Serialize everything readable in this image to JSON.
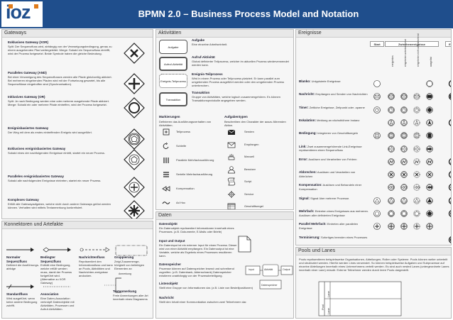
{
  "header": {
    "logo": "ioz",
    "title": "BPMN 2.0 – Business Process Model and Notation"
  },
  "panels": {
    "gateways": "Gateways",
    "activities": "Aktivitäten",
    "events": "Ereignisse",
    "connectors": "Konnektoren und Artefakte",
    "data": "Daten",
    "pools": "Pools und Lanes"
  },
  "gateways": [
    {
      "title": "Exklusives Gateway (XOR)",
      "text": "Split: Der Sequenzfluss wird, abhängig von der Verzweigungsbedingung, genau zu einem ausgehenden Pfad weitergeleitet. Merge: Sobald ein Sequenzfluss eintrifft, wird der Prozess fortgesetzt. Beide Symbole haben die gleiche Bedeutung."
    },
    {
      "title": "Paralleles Gateway (AND)",
      "text": "Bei einer Verzweigung des Sequenzflusses werden alle Pfade gleichzeitig aktiviert. Bei mehreren eingehenden Pfaden wird mit der Fortsetzung gewartet, bis alle Sequenzflüsse eingetroffen sind (Synchronisation)."
    },
    {
      "title": "Inklusives Gateway (OR)",
      "text": "Split: Je nach Bedingung werden eine oder mehrere ausgehende Pfade aktiviert. Merge: Sobald ein oder mehrere Pfade eintreffen, wird der Prozess fortgesetzt."
    },
    {
      "title": "Ereignisbasiertes Gateway",
      "text": "Der Weg mit dem als erstes eintreffenden Ereignis wird ausgeführt."
    },
    {
      "title": "Exklusives ereignisbasiertes Gateway",
      "text": "Sobald eines der nachfolgenden Ereignisse eintritt, startet ein neuer Prozess."
    },
    {
      "title": "Paralleles ereignisbasiertes Gateway",
      "text": "Sobald alle nachfolgenden Ereignisse eintreten, startet ein neuer Prozess."
    },
    {
      "title": "Komplexes Gateway",
      "text": "Erfüllt alle Gatewayaufgaben, welche nicht durch andere Gateways gelöst werden können. Verhalten wird mittels Textanmerkung konkretisiert."
    }
  ],
  "activities": {
    "items": [
      {
        "shape": "Aufgabe",
        "title": "Aufgabe",
        "text": "Eine einzelne Arbeitseinheit."
      },
      {
        "shape": "Aufruf-Aktivität",
        "title": "Aufruf-Aktivität",
        "text": "Global definierter Teilprozess, welcher im aktuellen Prozess wiederverwendet werden kann."
      },
      {
        "shape": "Ereignis-Teilprozess",
        "title": "Ereignis-Teilprozess",
        "text": "Wird in einem Prozess oder Teilprozess platziert. Er kann parallel zum umgebenden Prozess ausgeführt werden oder den umgebenden Prozess unterbrechen."
      },
      {
        "shape": "Transaktion",
        "title": "Transaktion",
        "text": "Gruppe von Aktivitäten, welche logisch zusammengehören. Es können Transaktionsprotokolle angegeben werden."
      }
    ],
    "markers_title": "Markierungen",
    "markers_text": "Definieren das Ausführungsverhalten von Aktivitäten.",
    "types_title": "Aufgabentypen",
    "types_text": "Beschreiben den Charakter der auszu-führenden Aktion.",
    "markers": [
      {
        "icon": "teilprozess-icon",
        "label": "Teilprozess"
      },
      {
        "icon": "schleife-icon",
        "label": "Schleife"
      },
      {
        "icon": "parallel-icon",
        "label": "Parallele Mehrfachausführung"
      },
      {
        "icon": "sequential-icon",
        "label": "Serielle Mehrfachausführung"
      },
      {
        "icon": "compensation-icon",
        "label": "Kompensation"
      },
      {
        "icon": "adhoc-icon",
        "label": "Ad Hoc"
      }
    ],
    "types": [
      {
        "icon": "send-icon",
        "label": "Senden"
      },
      {
        "icon": "receive-icon",
        "label": "Empfangen"
      },
      {
        "icon": "manual-icon",
        "label": "Manuell"
      },
      {
        "icon": "user-icon",
        "label": "Benutzer"
      },
      {
        "icon": "script-icon",
        "label": "Script"
      },
      {
        "icon": "service-icon",
        "label": "Service"
      },
      {
        "icon": "business-rule-icon",
        "label": "Geschäftsregel"
      }
    ]
  },
  "events": {
    "columns": [
      "Start",
      "Zwischenereignisse",
      "Ende"
    ],
    "subcolumns": [
      "ereignislos",
      "eingetreten unterbrechend",
      "eingetreten nicht unterbrechend",
      "ausgelöst"
    ],
    "rows": [
      {
        "title": "Blanko:",
        "text": "Untypisierte Ereignisse"
      },
      {
        "title": "Nachricht:",
        "text": "Empfangen und Senden von Nachrichten"
      },
      {
        "title": "Timer:",
        "text": "Zeitliche Ereignisse, Zeitpunkt oder -spanne"
      },
      {
        "title": "Eskalation:",
        "text": "Meldung an nächsthöhere Instanz"
      },
      {
        "title": "Bedingung:",
        "text": "Integrieren von Geschäftsregeln"
      },
      {
        "title": "Link:",
        "text": "Zwei zusammengehörende Link-Ereignisse repräsentieren einen Sequenzfluss"
      },
      {
        "title": "Error:",
        "text": "Auslösen und Verarbeiten von Fehlern"
      },
      {
        "title": "Abbrechen:",
        "text": "Auslösen und Verarbeiten von Abbrüchen"
      },
      {
        "title": "Kompensation:",
        "text": "Auslösen und Behandeln einer Kompensation"
      },
      {
        "title": "Signal:",
        "text": "Signal über mehrere Prozesse."
      },
      {
        "title": "Mehrfach:",
        "text": "Eintreten eines Ereignisses aus mehreren. Auslösen aller definierten Ereignisse"
      },
      {
        "title": "Parallel Mehrfach:",
        "text": "Eintreten aller parallelen Ereignisse"
      },
      {
        "title": "Terminierung:",
        "text": "Sofortiges beenden eines Prozesses"
      }
    ]
  },
  "connectors": [
    {
      "title": "Normaler Sequenzfluss",
      "text": "Definiert die Ausführungs-abfolge"
    },
    {
      "title": "Bedingter Sequenzfluss",
      "text": "Enthält eine Bedingung, welche erfüllt werden muss, damit der Prozess fortgeführt wird. (Alternative zu XOR Gateway)"
    },
    {
      "title": "Nachrichtenfluss",
      "text": "Repräsentiert den Informationsfluss und kann an Pools, Aktivitäten und Nachrichten-ereignisse andocken."
    },
    {
      "title": "Gruppierung",
      "text": "Zeigt Zusammenge-hörigkeit von beliebigen Elementen an"
    },
    {
      "title": "Standardfluss",
      "text": "Wird ausgeführt, wenn keine andere Bedingung zutrifft."
    },
    {
      "title": "Association",
      "text": "Eine Daten-Association verknüpft Datenobjekte mit Aktivitäten, Prozessen und Aufruf-Aktivitäten."
    },
    {
      "title": "Textanmerkung",
      "text": "Freie Anmerkungen aller Art innerhalb eines Diagramms"
    }
  ],
  "annotation_label": "Anmerkung",
  "data": {
    "items": [
      {
        "title": "Datenobjekt",
        "text": "Ein Datenobjekt repräsentiert Informationen innerhalb eines Prozesses. (z.B. Dokumente, E-Mails oder Briefe)"
      },
      {
        "title": "Input und Output",
        "text": "Ein Dateninput ist ein externer Input für einen Prozess. Dieser wird von einer Aktivität empfangen. Ein Datenoutput ist eine Variable, welche als Ergebnis eines Prozesses resultieren kann."
      },
      {
        "title": "Datenspeicher",
        "text": "Prozesse können auf Datenspeicher lesend und schreibend zugreifen. (z.B. Datenbank, Aktenschrank) Datenspeicher existieren unabhängig von der Prozessbeteiligung."
      },
      {
        "title": "Listenobjekt",
        "text": "Stellt eine Gruppe von Informationen dar. (z.B. Liste von Bestellpositionen)"
      },
      {
        "title": "Nachricht",
        "text": "Stellt den Inhalt einer Kommunikation zwischen zwei Teilnehmern dar."
      }
    ],
    "input": "Input",
    "activity": "Aktivität",
    "output": "Output",
    "store": "Datenspeicher"
  },
  "pools": {
    "text": "Pools repräsentieren beispielsweise Organisationen, Abteilungen, Rollen oder Systeme. Pools können weiter unterteilt und strukturiert werden. Hierfür werden Lines verwendet. So können beispielsweise Aufgaben und Subprozesse auf einzelne Abteilungen innerhalb eines Unternehmens verteilt werden. Es sind auch nested Lanes (untergeordnete Lanes innerhalb einer Lane) erlaubt. Externe Teilnehmer werden durch leere Pools dargestellt.",
    "pool": "Pool",
    "lane": "Lane"
  },
  "colors": {
    "header": "#1f4e8c",
    "accent": "#e07b1a"
  }
}
